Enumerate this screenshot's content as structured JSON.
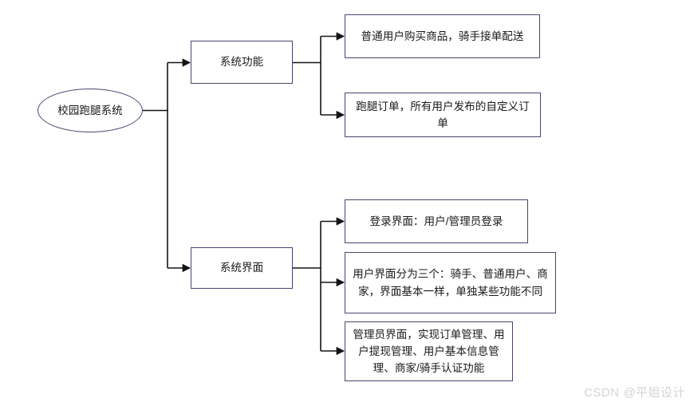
{
  "diagram": {
    "root": {
      "label": "校园跑腿系统"
    },
    "branches": [
      {
        "label": "系统功能",
        "children": [
          "普通用户购买商品，骑手接单配送",
          "跑腿订单，所有用户发布的自定义订单"
        ]
      },
      {
        "label": "系统界面",
        "children": [
          "登录界面：用户/管理员登录",
          "用户界面分为三个：骑手、普通用户、商家，界面基本一样，单独某些功能不同",
          "管理员界面，实现订单管理、用户提现管理、用户基本信息管理、商家/骑手认证功能"
        ]
      }
    ],
    "colors": {
      "box_border": "#45476f",
      "connector": "#141414",
      "text": "#1a1a1a",
      "watermark": "#d4d4d4"
    }
  },
  "watermark": {
    "text": "CSDN @平姐设计"
  }
}
